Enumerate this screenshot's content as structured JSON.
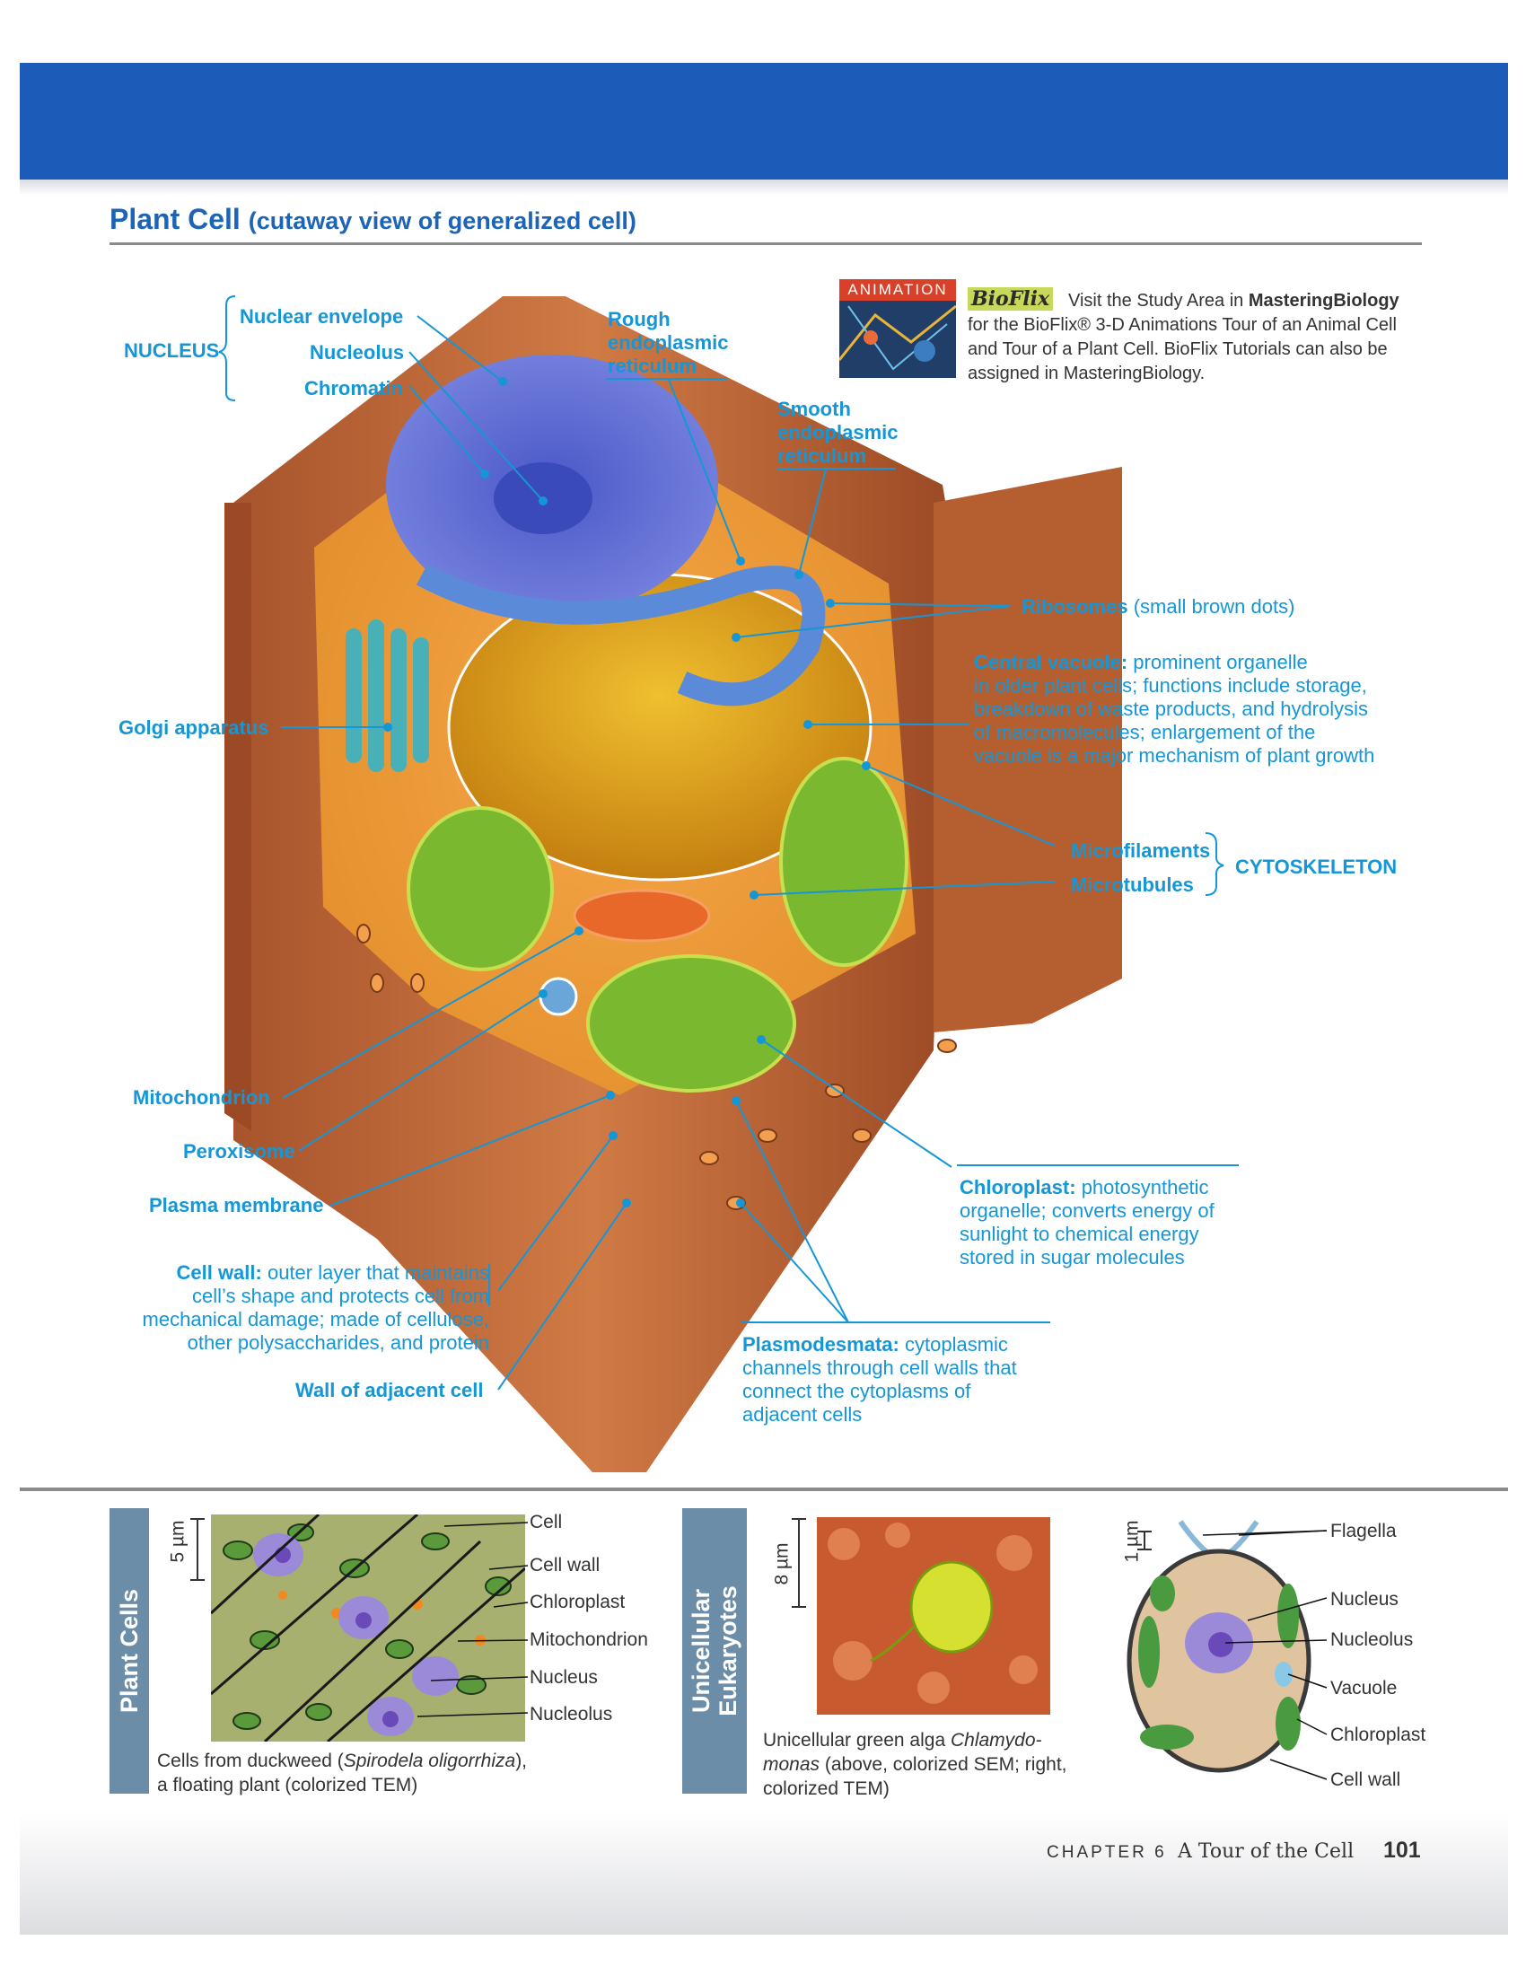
{
  "title": {
    "main": "Plant Cell",
    "sub": "(cutaway view of generalized cell)"
  },
  "animation": {
    "tag": "ANIMATION",
    "logo": "BioFlix",
    "line1": "Visit the Study Area in",
    "line1_bold": "MasteringBiology",
    "line2": "for the BioFlix® 3-D Animations Tour of an Animal Cell",
    "line3": "and Tour of a Plant Cell. BioFlix Tutorials can also be",
    "line4": "assigned in MasteringBiology."
  },
  "labels": {
    "nucleus_group": "NUCLEUS",
    "nuclear_envelope": "Nuclear envelope",
    "nucleolus": "Nucleolus",
    "chromatin": "Chromatin",
    "rough_er": [
      "Rough",
      "endoplasmic",
      "reticulum"
    ],
    "smooth_er": [
      "Smooth",
      "endoplasmic",
      "reticulum"
    ],
    "ribosomes": "Ribosomes",
    "ribosomes_note": "(small brown dots)",
    "central_vacuole": "Central vacuole:",
    "central_vacuole_text": [
      "prominent organelle",
      "in older plant cells; functions include storage,",
      "breakdown of waste products, and hydrolysis",
      "of macromolecules; enlargement of the",
      "vacuole is a major mechanism of plant growth"
    ],
    "golgi": "Golgi apparatus",
    "microfilaments": "Microfilaments",
    "microtubules": "Microtubules",
    "cytoskeleton": "CYTOSKELETON",
    "mitochondrion": "Mitochondrion",
    "peroxisome": "Peroxisome",
    "plasma_membrane": "Plasma membrane",
    "cell_wall": "Cell wall:",
    "cell_wall_text": [
      "outer layer that maintains",
      "cell’s shape and protects cell from",
      "mechanical damage; made of cellulose,",
      "other polysaccharides, and protein"
    ],
    "wall_adjacent": "Wall of adjacent cell",
    "chloroplast": "Chloroplast:",
    "chloroplast_text": [
      "photosynthetic",
      "organelle; converts energy of",
      "sunlight to chemical energy",
      "stored in sugar molecules"
    ],
    "plasmodesmata": "Plasmodesmata:",
    "plasmodesmata_text": [
      "cytoplasmic",
      "channels through cell walls that",
      "connect the cytoplasms of",
      "adjacent cells"
    ]
  },
  "panel_plant": {
    "sidebar": "Plant Cells",
    "scale": "5 µm",
    "labels": [
      "Cell",
      "Cell wall",
      "Chloroplast",
      "Mitochondrion",
      "Nucleus",
      "Nucleolus"
    ],
    "caption_pre": "Cells from duckweed (",
    "caption_italic": "Spirodela oligorrhiza",
    "caption_post": "),",
    "caption_line2": "a floating plant (colorized TEM)"
  },
  "panel_uni": {
    "sidebar_line1": "Unicellular",
    "sidebar_line2": "Eukaryotes",
    "scale_sem": "8 µm",
    "scale_tem": "1 µm",
    "caption_pre": "Unicellular green alga ",
    "caption_italic": "Chlamydo-",
    "caption_line2_italic": "monas",
    "caption_line2": " (above, colorized SEM; right,",
    "caption_line3": "colorized TEM)",
    "labels": [
      "Flagella",
      "Nucleus",
      "Nucleolus",
      "Vacuole",
      "Chloroplast",
      "Cell wall"
    ]
  },
  "footer": {
    "chapter": "CHAPTER 6",
    "title": "A Tour of the Cell",
    "page": "101"
  },
  "colors": {
    "band": "#1d5bb8",
    "label": "#1596d6",
    "title": "#1d63b6",
    "sidebar": "#6c8da8"
  }
}
